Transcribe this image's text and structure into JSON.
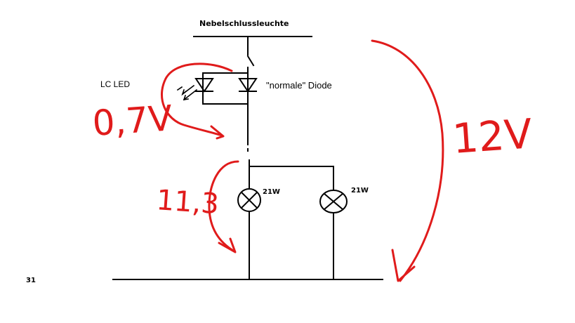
{
  "labels": {
    "title": "Nebelschlussleuchte",
    "lc_led": "LC LED",
    "normal_diode": "\"normale\" Diode",
    "lamp1_power": "21W",
    "lamp2_power": "21W",
    "ground": "31"
  },
  "annotations": {
    "led_voltage": "0,7V",
    "lamp_voltage": "11,3",
    "supply_voltage": "12V"
  },
  "colors": {
    "wire": "#000000",
    "annotation": "#e01b1b",
    "background": "#ffffff"
  }
}
